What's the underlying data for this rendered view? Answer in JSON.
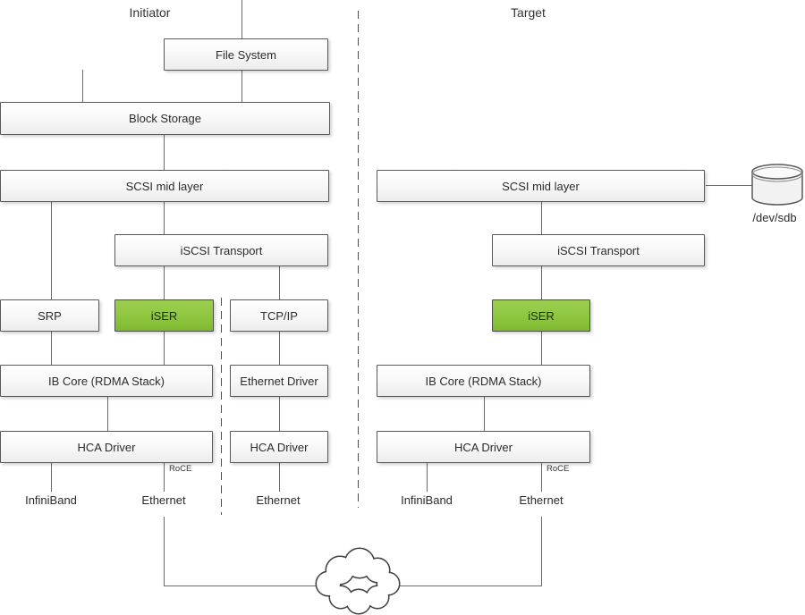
{
  "sections": {
    "initiator": "Initiator",
    "target": "Target"
  },
  "colors": {
    "highlight_green": "#8dc63f",
    "box_border": "#595959",
    "line": "#6b6b6b"
  },
  "initiator": {
    "file_system": "File System",
    "block_storage": "Block Storage",
    "scsi_mid_layer": "SCSI mid layer",
    "iscsi_transport": "iSCSI Transport",
    "srp": "SRP",
    "iser": "iSER",
    "tcp_ip": "TCP/IP",
    "ib_core": "IB Core (RDMA Stack)",
    "ethernet_driver": "Ethernet Driver",
    "hca_driver_rdma": "HCA Driver",
    "hca_driver_eth": "HCA Driver",
    "roce": "RoCE",
    "ports": {
      "infiniband": "InfiniBand",
      "ethernet_rdma": "Ethernet",
      "ethernet_tcp": "Ethernet"
    }
  },
  "target": {
    "scsi_mid_layer": "SCSI mid layer",
    "iscsi_transport": "iSCSI Transport",
    "iser": "iSER",
    "ib_core": "IB Core (RDMA Stack)",
    "hca_driver": "HCA Driver",
    "roce": "RoCE",
    "ports": {
      "infiniband": "InfiniBand",
      "ethernet": "Ethernet"
    },
    "disk_label": "/dev/sdb"
  }
}
